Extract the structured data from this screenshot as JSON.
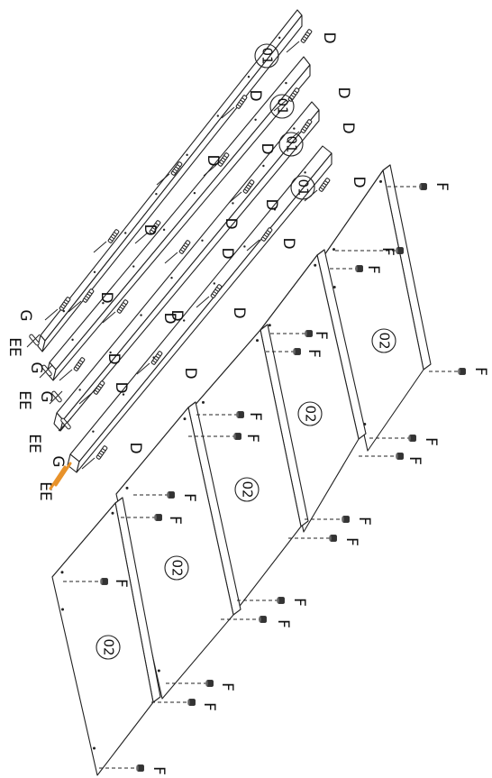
{
  "diagram": {
    "part_labels": {
      "rail": "01",
      "panel": "02"
    },
    "fastener_labels": {
      "dowel": "D",
      "cam": "F",
      "pin": "G",
      "bolt": "EE"
    },
    "colors": {
      "line": "#222222",
      "accent": "#e8922a",
      "paper": "#ffffff"
    }
  }
}
